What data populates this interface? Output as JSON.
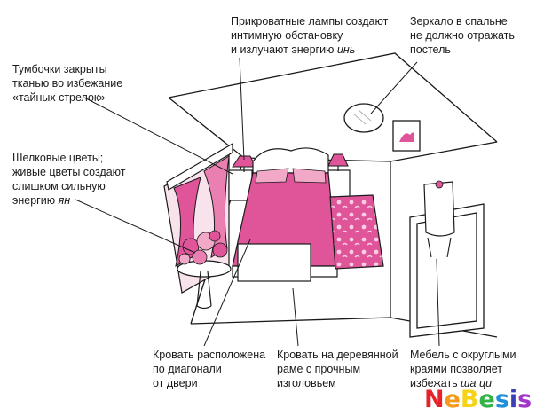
{
  "annotations": {
    "lamps": [
      "Прикроватные лампы создают",
      "интимную обстановку",
      "и излучают энергию",
      "инь"
    ],
    "mirror": [
      "Зеркало в спальне",
      "не должно отражать",
      "постель"
    ],
    "nightstands": [
      "Тумбочки закрыты",
      "тканью во избежание",
      "«тайных стрелок»"
    ],
    "flowers": [
      "Шелковые цветы;",
      "живые цветы создают",
      "слишком сильную",
      "энергию",
      "ян"
    ],
    "diagonal": [
      "Кровать расположена",
      "по диагонали",
      "от двери"
    ],
    "frame": [
      "Кровать на деревянной",
      "раме с прочным",
      "изголовьем"
    ],
    "rounded": [
      "Мебель с округлыми",
      "краями позволяет",
      "избежать",
      "ша ци"
    ]
  },
  "logo": {
    "letters": [
      "N",
      "e",
      "B",
      "e",
      "s",
      "i",
      "s"
    ],
    "colors": [
      "#e8202a",
      "#f39a1a",
      "#f6d316",
      "#33b34a",
      "#1f8fd9",
      "#3a3fb5",
      "#a236c9"
    ]
  },
  "colors": {
    "pink": "#e0559a",
    "pink_light": "#f2a9c8",
    "ink": "#1a1a1a"
  }
}
